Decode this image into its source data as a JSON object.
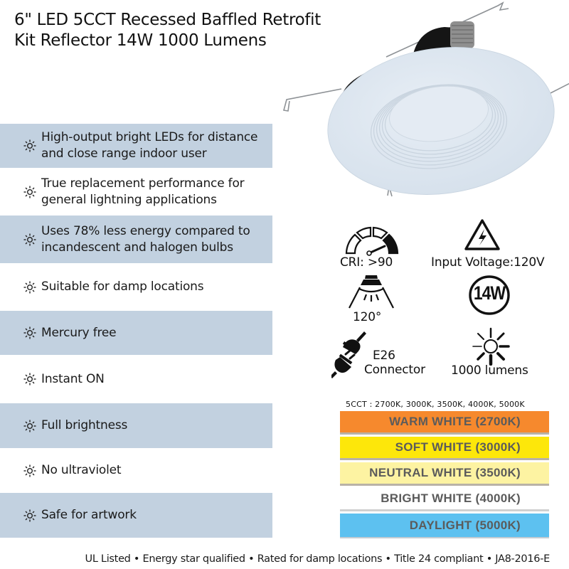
{
  "title": {
    "line1": "6\" LED 5CCT Recessed Baffled Retrofit",
    "line2": "Kit Reflector 14W 1000 Lumens"
  },
  "product_image": {
    "icon": "recessed-led-retrofit-kit-image",
    "trim_color": "#dde7f1"
  },
  "features": [
    {
      "icon": "sun-icon",
      "lines": [
        "High-output bright LEDs for distance",
        "and close range indoor user"
      ],
      "shaded": true
    },
    {
      "icon": "sun-icon",
      "lines": [
        "True replacement performance for",
        "general lightning applications"
      ],
      "shaded": false
    },
    {
      "icon": "sun-icon",
      "lines": [
        "Uses 78% less energy compared to",
        "incandescent and halogen bulbs"
      ],
      "shaded": true
    },
    {
      "icon": "sun-icon",
      "lines": [
        "Suitable for damp locations"
      ],
      "shaded": false
    },
    {
      "icon": "sun-icon",
      "lines": [
        "Mercury free"
      ],
      "shaded": true
    },
    {
      "icon": "sun-icon",
      "lines": [
        "Instant ON"
      ],
      "shaded": false
    },
    {
      "icon": "sun-icon",
      "lines": [
        "Full brightness"
      ],
      "shaded": true
    },
    {
      "icon": "sun-icon",
      "lines": [
        "No ultraviolet"
      ],
      "shaded": false
    },
    {
      "icon": "sun-icon",
      "lines": [
        "Safe for artwork"
      ],
      "shaded": true
    }
  ],
  "specs": {
    "cri": {
      "icon": "cri-gauge-icon",
      "label": "CRI: >90"
    },
    "voltage": {
      "icon": "high-voltage-warning-icon",
      "label": "Input Voltage:120V"
    },
    "beam_angle": {
      "icon": "beam-angle-icon",
      "label": "120°"
    },
    "wattage": {
      "icon": "wattage-badge-icon",
      "badge": "14W"
    },
    "connector": {
      "icon": "plug-connector-icon",
      "label_line1": "E26",
      "label_line2": "Connector"
    },
    "lumens": {
      "icon": "light-burst-icon",
      "label": "1000 lumens"
    }
  },
  "color_temperature": {
    "header": "5CCT : 2700K, 3000K, 3500K, 4000K, 5000K",
    "bands": [
      {
        "name": "WARM WHITE",
        "kelvin": "(2700K)",
        "label": "WARM WHITE (2700K)",
        "color": "#f6892d"
      },
      {
        "name": "SOFT WHITE",
        "kelvin": "(3000K)",
        "label": "SOFT WHITE (3000K)",
        "color": "#fde70a"
      },
      {
        "name": "NEUTRAL WHITE",
        "kelvin": "(3500K)",
        "label": "NEUTRAL WHITE (3500K)",
        "color": "#fdf3a2"
      },
      {
        "name": "BRIGHT WHITE",
        "kelvin": "(4000K)",
        "label": "BRIGHT WHITE (4000K)",
        "color": "#ffffff"
      },
      {
        "name": "DAYLIGHT",
        "kelvin": "(5000K)",
        "label": "DAYLIGHT (5000K)",
        "color": "#5dc1f0"
      }
    ]
  },
  "footer": "UL Listed • Energy star qualified • Rated for damp locations • Title 24 compliant • JA8-2016-E",
  "colors": {
    "feature_band": "#c2d1e0",
    "text": "#111111",
    "band_text": "#5b5b5b"
  }
}
